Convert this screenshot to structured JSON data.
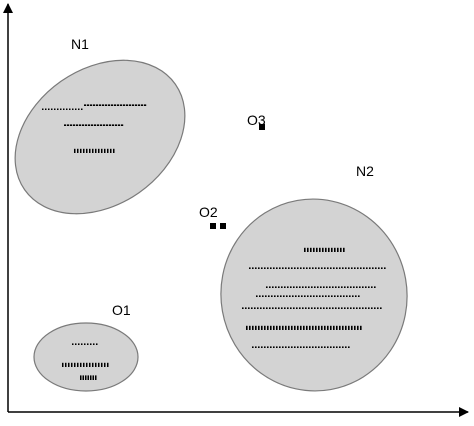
{
  "clusters": [
    {
      "id": "n1",
      "label": "N1",
      "fill": "#d3d3d3"
    },
    {
      "id": "n2",
      "label": "N2",
      "fill": "#d3d3d3"
    },
    {
      "id": "o1",
      "label": "O1",
      "fill": "#d3d3d3"
    }
  ],
  "outliers": [
    {
      "id": "o2",
      "label": "O2"
    },
    {
      "id": "o3",
      "label": "O3"
    }
  ],
  "colors": {
    "cluster_fill": "#d3d3d3",
    "cluster_stroke": "#7a7a7a",
    "points": "#000000"
  }
}
